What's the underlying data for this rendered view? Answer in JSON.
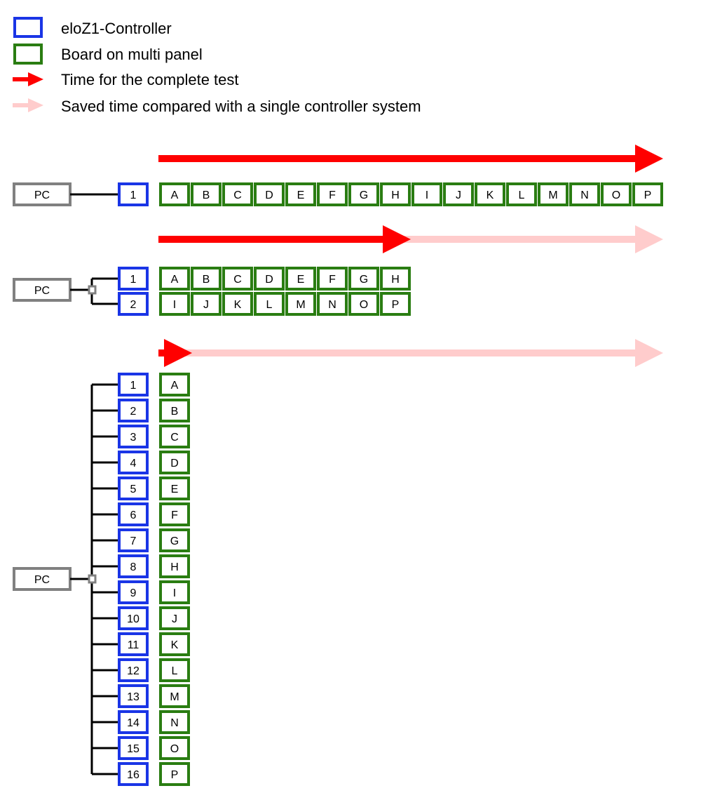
{
  "legend": {
    "controller_label": "eloZ1-Controller",
    "board_label": "Board on multi panel",
    "test_time_label": "Time for the complete test",
    "saved_time_label": "Saved time compared with a single controller system"
  },
  "colors": {
    "controller": "#1a35e6",
    "board": "#2a7d12",
    "pc": "#808080",
    "test_time": "#ff0000",
    "saved_time": "#ffcccc",
    "wire": "#000000"
  },
  "pc_label": "PC",
  "boards": [
    "A",
    "B",
    "C",
    "D",
    "E",
    "F",
    "G",
    "H",
    "I",
    "J",
    "K",
    "L",
    "M",
    "N",
    "O",
    "P"
  ],
  "scenarios": [
    {
      "id": "one-controller",
      "controllers": [
        "1"
      ],
      "boards_per_controller": [
        [
          "A",
          "B",
          "C",
          "D",
          "E",
          "F",
          "G",
          "H",
          "I",
          "J",
          "K",
          "L",
          "M",
          "N",
          "O",
          "P"
        ]
      ],
      "test_time_fraction": 1.0,
      "saved_time_fraction": 0.0
    },
    {
      "id": "two-controllers",
      "controllers": [
        "1",
        "2"
      ],
      "boards_per_controller": [
        [
          "A",
          "B",
          "C",
          "D",
          "E",
          "F",
          "G",
          "H"
        ],
        [
          "I",
          "J",
          "K",
          "L",
          "M",
          "N",
          "O",
          "P"
        ]
      ],
      "test_time_fraction": 0.5,
      "saved_time_fraction": 0.5
    },
    {
      "id": "sixteen-controllers",
      "controllers": [
        "1",
        "2",
        "3",
        "4",
        "5",
        "6",
        "7",
        "8",
        "9",
        "10",
        "11",
        "12",
        "13",
        "14",
        "15",
        "16"
      ],
      "boards_per_controller": [
        [
          "A"
        ],
        [
          "B"
        ],
        [
          "C"
        ],
        [
          "D"
        ],
        [
          "E"
        ],
        [
          "F"
        ],
        [
          "G"
        ],
        [
          "H"
        ],
        [
          "I"
        ],
        [
          "J"
        ],
        [
          "K"
        ],
        [
          "L"
        ],
        [
          "M"
        ],
        [
          "N"
        ],
        [
          "O"
        ],
        [
          "P"
        ]
      ],
      "test_time_fraction": 0.0625,
      "saved_time_fraction": 0.9375
    }
  ]
}
